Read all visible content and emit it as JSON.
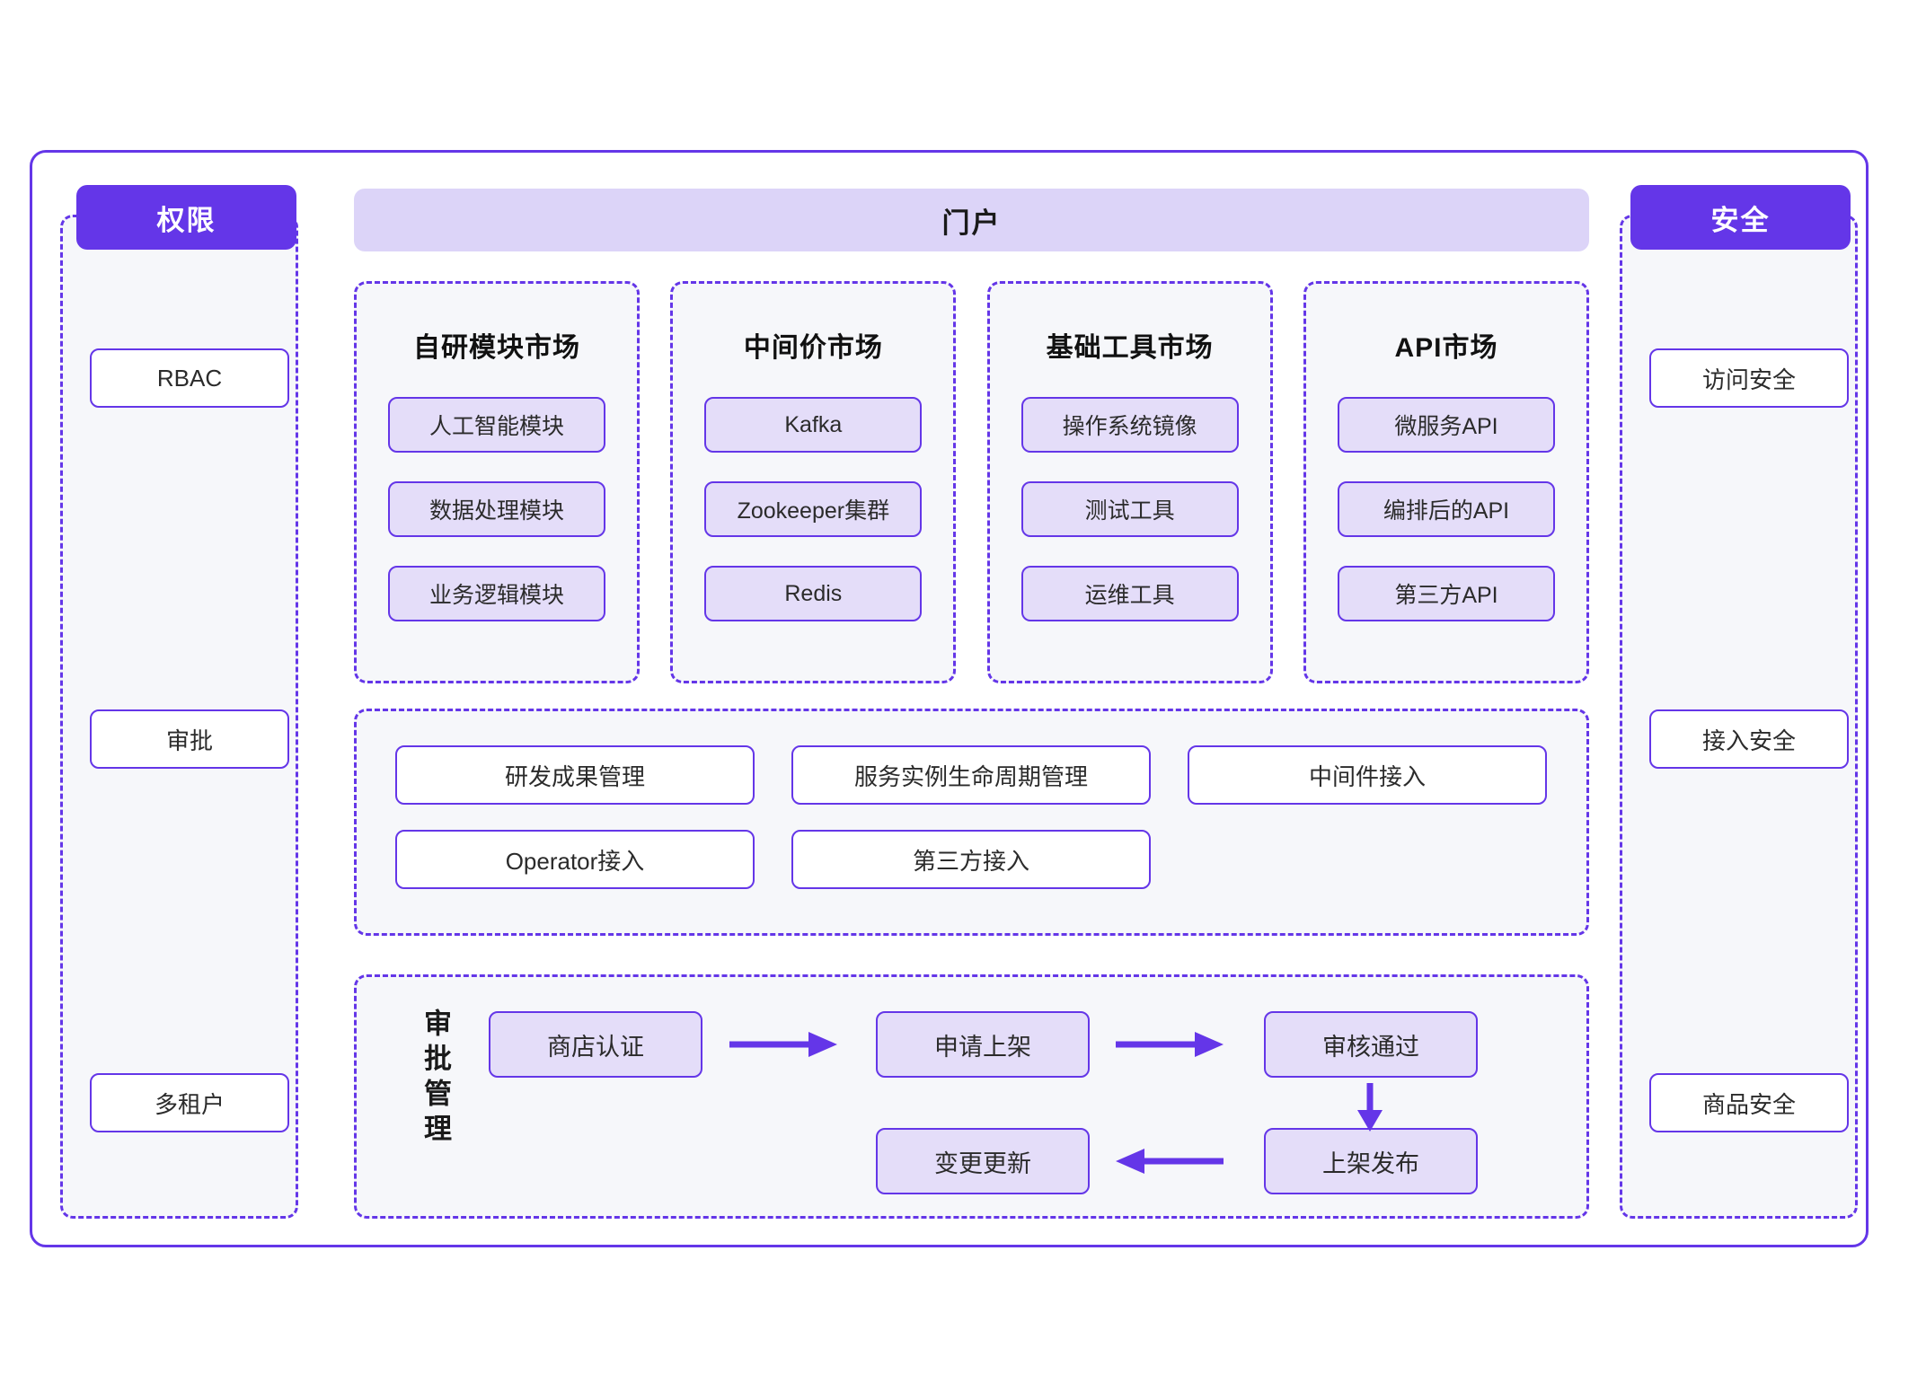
{
  "theme": {
    "accent": "#6436e8",
    "chip_fill": "#e4ddf9",
    "panel_fill": "#f6f7fa",
    "banner_fill": "#dcd4f8",
    "white": "#ffffff",
    "text": "#2b2b2b"
  },
  "left_panel": {
    "header": "权限",
    "items": [
      "RBAC",
      "审批",
      "多租户"
    ]
  },
  "right_panel": {
    "header": "安全",
    "items": [
      "访问安全",
      "接入安全",
      "商品安全"
    ]
  },
  "portal": {
    "banner": "门户"
  },
  "markets": [
    {
      "title": "自研模块市场",
      "items": [
        "人工智能模块",
        "数据处理模块",
        "业务逻辑模块"
      ]
    },
    {
      "title": "中间价市场",
      "items": [
        "Kafka",
        "Zookeeper集群",
        "Redis"
      ]
    },
    {
      "title": "基础工具市场",
      "items": [
        "操作系统镜像",
        "测试工具",
        "运维工具"
      ]
    },
    {
      "title": "API市场",
      "items": [
        "微服务API",
        "编排后的API",
        "第三方API"
      ]
    }
  ],
  "management": {
    "row1": [
      "研发成果管理",
      "服务实例生命周期管理",
      "中间件接入"
    ],
    "row2": [
      "Operator接入",
      "第三方接入"
    ]
  },
  "approval": {
    "label": "审批管理",
    "nodes": [
      "商店认证",
      "申请上架",
      "审核通过",
      "上架发布",
      "变更更新"
    ],
    "arrows": [
      {
        "name": "arrow-认证-申请",
        "direction": "right"
      },
      {
        "name": "arrow-申请-审核",
        "direction": "right"
      },
      {
        "name": "arrow-审核-上架",
        "direction": "down"
      },
      {
        "name": "arrow-上架-变更",
        "direction": "left"
      }
    ]
  }
}
